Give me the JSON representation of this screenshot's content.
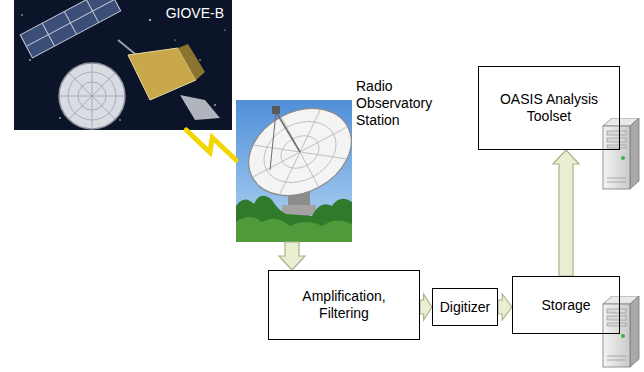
{
  "diagram": {
    "nodes": [
      {
        "text": [
          "GIOVE-B"
        ]
      },
      {
        "text": [
          "Radio Observatory Station"
        ]
      },
      {
        "text": [
          "Amplification, Filtering"
        ]
      },
      {
        "text": [
          "Digitizer"
        ]
      },
      {
        "text": [
          "Storage"
        ]
      },
      {
        "text": [
          "OASIS Analysis Toolset"
        ]
      }
    ],
    "edges": [
      {
        "from": 0,
        "to": 1,
        "arrow": "none"
      },
      {
        "from": 1,
        "to": 2,
        "arrow": "to"
      },
      {
        "from": 2,
        "to": 3,
        "arrow": "to"
      },
      {
        "from": 3,
        "to": 4,
        "arrow": "to"
      },
      {
        "from": 4,
        "to": 5,
        "arrow": "to"
      }
    ]
  }
}
